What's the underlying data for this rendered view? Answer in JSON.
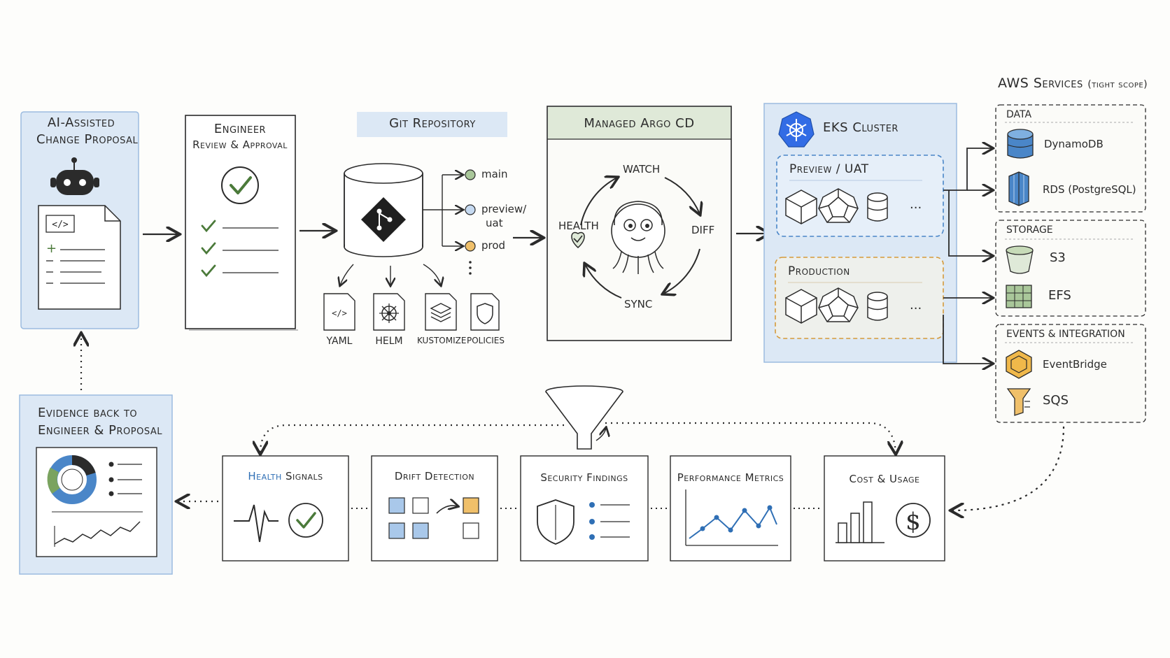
{
  "proposal": {
    "title_line1": "AI-Assisted",
    "title_line2": "Change Proposal"
  },
  "review": {
    "title_line1": "Engineer",
    "title_line2": "Review & Approval"
  },
  "git": {
    "title": "Git Repository",
    "branches": [
      "main",
      "preview/",
      "uat",
      "prod"
    ],
    "artifacts": [
      "YAML",
      "HELM",
      "KUSTOMIZE",
      "POLICIES"
    ]
  },
  "argo": {
    "title": "Managed Argo CD",
    "steps": {
      "watch": "WATCH",
      "diff": "DIFF",
      "sync": "SYNC",
      "health": "HEALTH"
    }
  },
  "eks": {
    "title": "EKS Cluster",
    "preview": "Preview / UAT",
    "production": "Production",
    "ellipsis": "..."
  },
  "aws": {
    "title": "AWS Services",
    "scope": "(tight scope)",
    "data": {
      "title": "DATA",
      "items": [
        "DynamoDB",
        "RDS (PostgreSQL)"
      ]
    },
    "storage": {
      "title": "STORAGE",
      "items": [
        "S3",
        "EFS"
      ]
    },
    "events": {
      "title": "EVENTS & INTEGRATION",
      "items": [
        "EventBridge",
        "SQS"
      ]
    }
  },
  "evidence": {
    "title_line1": "Evidence back to",
    "title_line2": "Engineer & Proposal"
  },
  "signals": {
    "health": {
      "part1": "Health",
      "part2": " Signals"
    },
    "drift": "Drift Detection",
    "security": "Security Findings",
    "performance": "Performance Metrics",
    "cost": "Cost & Usage"
  },
  "colors": {
    "accent_blue": "#2f6fb5",
    "panel_blue": "#dce8f5",
    "panel_green": "#dfe9d8",
    "check_green": "#4b7a3a",
    "preview_border": "#4a86c8",
    "production_border": "#d59a3a",
    "ink": "#2b2b2b"
  }
}
